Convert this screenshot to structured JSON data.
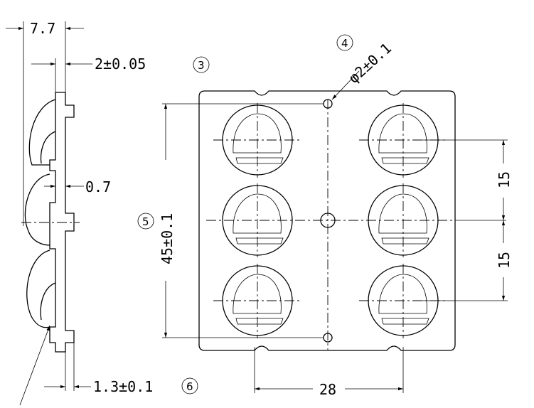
{
  "dimensions": {
    "overall_depth": "7.7",
    "plate_thickness": "2±0.05",
    "rib_thickness": "0.7",
    "lens_offset": "1.3±0.1",
    "hole_diameter": "φ2±0.1",
    "height_span": "45±0.1",
    "lens_pitch_upper": "15",
    "lens_pitch_lower": "15",
    "column_spacing": "28"
  },
  "callouts": {
    "c3": "3",
    "c4": "4",
    "c5": "5",
    "c6": "6"
  },
  "colors": {
    "line": "#000000",
    "background": "#ffffff"
  }
}
